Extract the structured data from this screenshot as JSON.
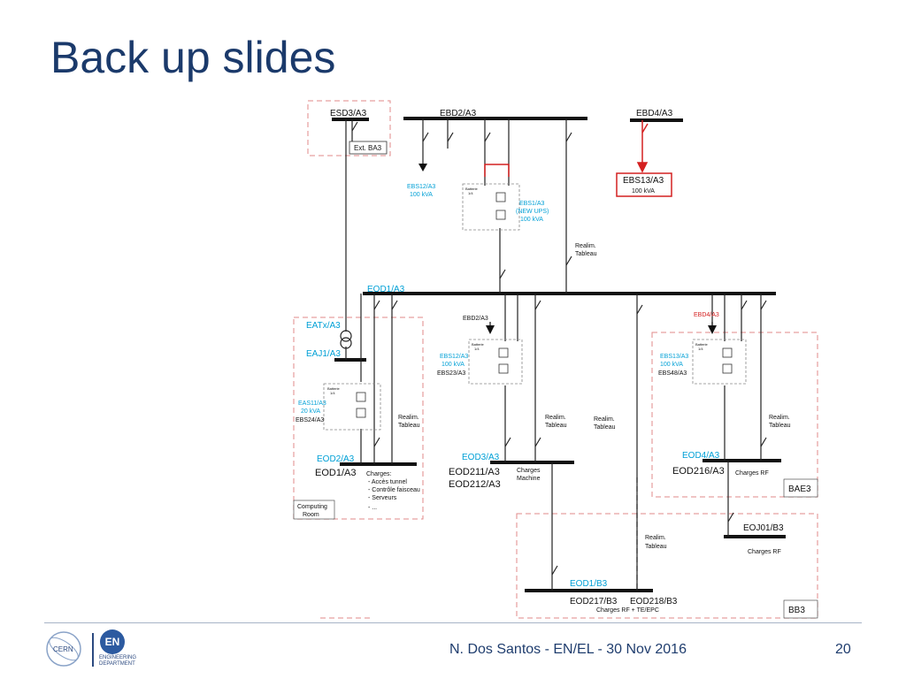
{
  "slide": {
    "title": "Back up slides",
    "footer": "N. Dos Santos - EN/EL - 30 Nov 2016",
    "page_number": "20"
  },
  "logos": {
    "cern": "CERN",
    "en_badge": "EN",
    "en_department": "ENGINEERING DEPARTMENT"
  },
  "colors": {
    "title": "#1b3a6b",
    "cyan_label": "#00a0d6",
    "red": "#d42020",
    "dashed_box": "#e08a8a"
  },
  "diagram": {
    "busbars": {
      "esd3": "ESD3/A3",
      "ebd2_top": "EBD2/A3",
      "ebd4_top": "EBD4/A3",
      "eod1_a3_main": "EOD1/A3",
      "eaj1": "EAJ1/A3",
      "eod2": "EOD2/A3",
      "eod1_a3_sub": "EOD1/A3",
      "eod3": "EOD3/A3",
      "eod211": "EOD211/A3",
      "eod212": "EOD212/A3",
      "eod4": "EOD4/A3",
      "eod216": "EOD216/A3",
      "eoj01": "EOJ01/B3",
      "eod1_b3": "EOD1/B3",
      "eod217": "EOD217/B3",
      "eod218": "EOD218/B3"
    },
    "transformer": "EATx/A3",
    "ext_ba3": "Ext. BA3",
    "ebs13_box": {
      "name": "EBS13/A3",
      "rating": "100 kVA"
    },
    "ups_top": {
      "left_name": "EBS12/A3",
      "left_rating": "100 kVA",
      "right_name": "EBS1/A3",
      "right_note": "(NEW UPS)",
      "right_rating": "100 kVA"
    },
    "realim": {
      "line1": "Realim.",
      "line2": "Tableau"
    },
    "ebd2_mid": "EBD2/A3",
    "ebd4_mid": "EBD4/A3",
    "ups_mid_left": {
      "name": "EBS12/A3",
      "rating": "100 kVA",
      "id": "EBS23/A3"
    },
    "ups_mid_right": {
      "name": "EBS13/A3",
      "rating": "100 kVA",
      "id": "EBS48/A3"
    },
    "ups_eas": {
      "name": "EAS11/A3",
      "rating": "20 kVA",
      "id": "EBS24/A3"
    },
    "battery": {
      "line1": "Batterie",
      "line2": "1/4"
    },
    "charges_list": {
      "header": "Charges:",
      "items": [
        "- Accès tunnel",
        "- Contrôle faisceau",
        "- Serveurs",
        "- ..."
      ]
    },
    "charges_machine": {
      "line1": "Charges",
      "line2": "Machine"
    },
    "charges_rf": "Charges RF",
    "charges_rf_te": "Charges RF + TE/EPC",
    "computing_room": {
      "line1": "Computing",
      "line2": "Room"
    },
    "bae3": "BAE3",
    "bb3": "BB3"
  }
}
